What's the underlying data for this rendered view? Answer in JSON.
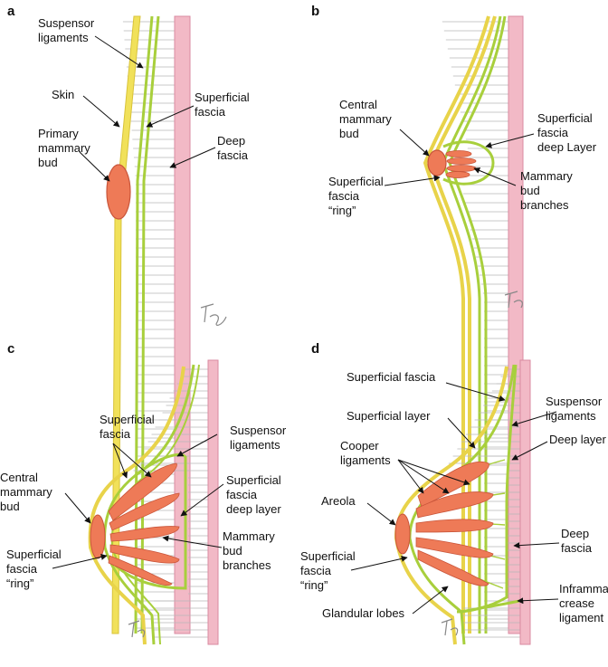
{
  "colors": {
    "skin": "#f1e15a",
    "skin_edge": "#d8c33a",
    "superficial_fascia": "#a8cf3c",
    "deep_fascia": "#f2b9c6",
    "deep_fascia_edge": "#d98aa0",
    "gland": "#ee7a57",
    "gland_edge": "#c9553a",
    "ligament_lines": "#b8b8b8",
    "text": "#111111"
  },
  "panels": {
    "a": {
      "letter": "a",
      "labels": {
        "suspensor_ligaments": "Suspensor\nligaments",
        "skin": "Skin",
        "superficial_fascia": "Superficial\nfascia",
        "primary_mammary_bud": "Primary\nmammary\nbud",
        "deep_fascia": "Deep\nfascia"
      }
    },
    "b": {
      "letter": "b",
      "labels": {
        "central_mammary_bud": "Central\nmammary\nbud",
        "superficial_fascia_deep_layer": "Superficial\nfascia\ndeep Layer",
        "superficial_fascia_ring": "Superficial\nfascia\n“ring”",
        "mammary_bud_branches": "Mammary\nbud\nbranches"
      }
    },
    "c": {
      "letter": "c",
      "labels": {
        "superficial_fascia": "Superficial\nfascia",
        "suspensor_ligaments": "Suspensor\nligaments",
        "central_mammary_bud": "Central\nmammary\nbud",
        "superficial_fascia_deep_layer": "Superficial\nfascia\ndeep layer",
        "mammary_bud_branches": "Mammary\nbud\nbranches",
        "superficial_fascia_ring": "Superficial\nfascia\n“ring”"
      }
    },
    "d": {
      "letter": "d",
      "labels": {
        "superficial_fascia": "Superficial fascia",
        "suspensor_ligaments": "Suspensor\nligaments",
        "superficial_layer": "Superficial layer",
        "deep_layer": "Deep layer",
        "cooper_ligaments": "Cooper\nligaments",
        "areola": "Areola",
        "deep_fascia": "Deep\nfascia",
        "superficial_fascia_ring": "Superficial\nfascia\n“ring”",
        "inframmary_crease_ligament": "Inframmary\ncrease\nligament",
        "glandular_lobes": "Glandular lobes"
      }
    }
  }
}
